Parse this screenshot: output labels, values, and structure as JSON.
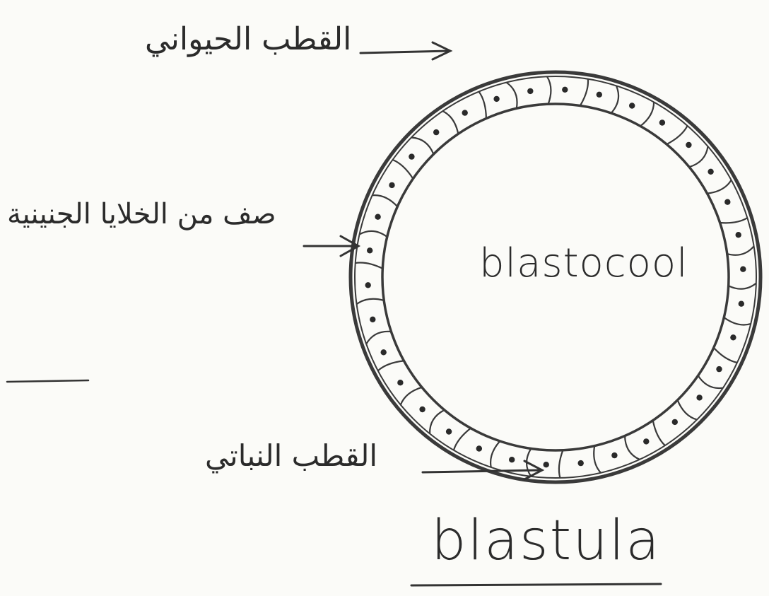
{
  "labels": {
    "animal_pole": "القطب الحيواني",
    "cell_layer": "صف من الخلايا الجنينية",
    "vegetal_pole": "القطب النباتي",
    "cavity": "blastocool",
    "title": "blastula"
  },
  "diagram": {
    "cell_count": 34,
    "ink_color": "#3a3a3a",
    "paper_color": "#fbfbf8"
  }
}
